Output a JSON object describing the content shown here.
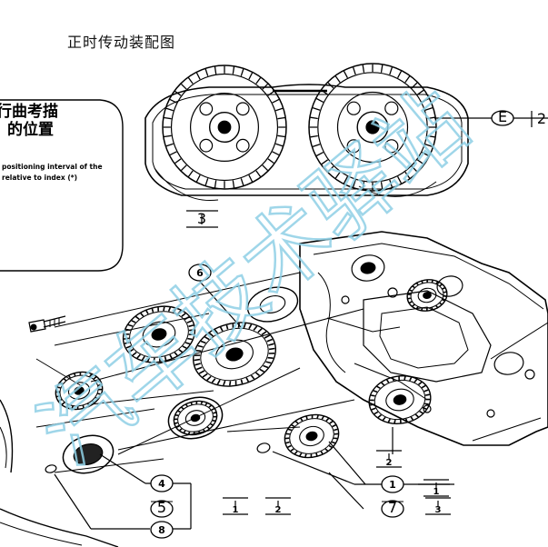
{
  "title": "正时传动装配图",
  "watermark": {
    "text": "汽车技术驿站",
    "color": "#8fd0e6"
  },
  "note_box": {
    "lines_cn": [
      "行曲考描",
      "的位置"
    ],
    "lines_en": [
      "positioning interval of the",
      "relative to index (*)"
    ]
  },
  "callouts": {
    "E": "E",
    "ref_2": "2",
    "c6": "6",
    "c4": "4",
    "c5": "5",
    "c8": "8",
    "c1": "1",
    "c7": "7",
    "box_3_top": "3",
    "box_2_mid": "2",
    "box_1_bot": "1",
    "box_2_bot": "2",
    "box_1_right": "1",
    "box_3_right": "3"
  },
  "colors": {
    "line": "#000000",
    "bg": "#ffffff"
  }
}
